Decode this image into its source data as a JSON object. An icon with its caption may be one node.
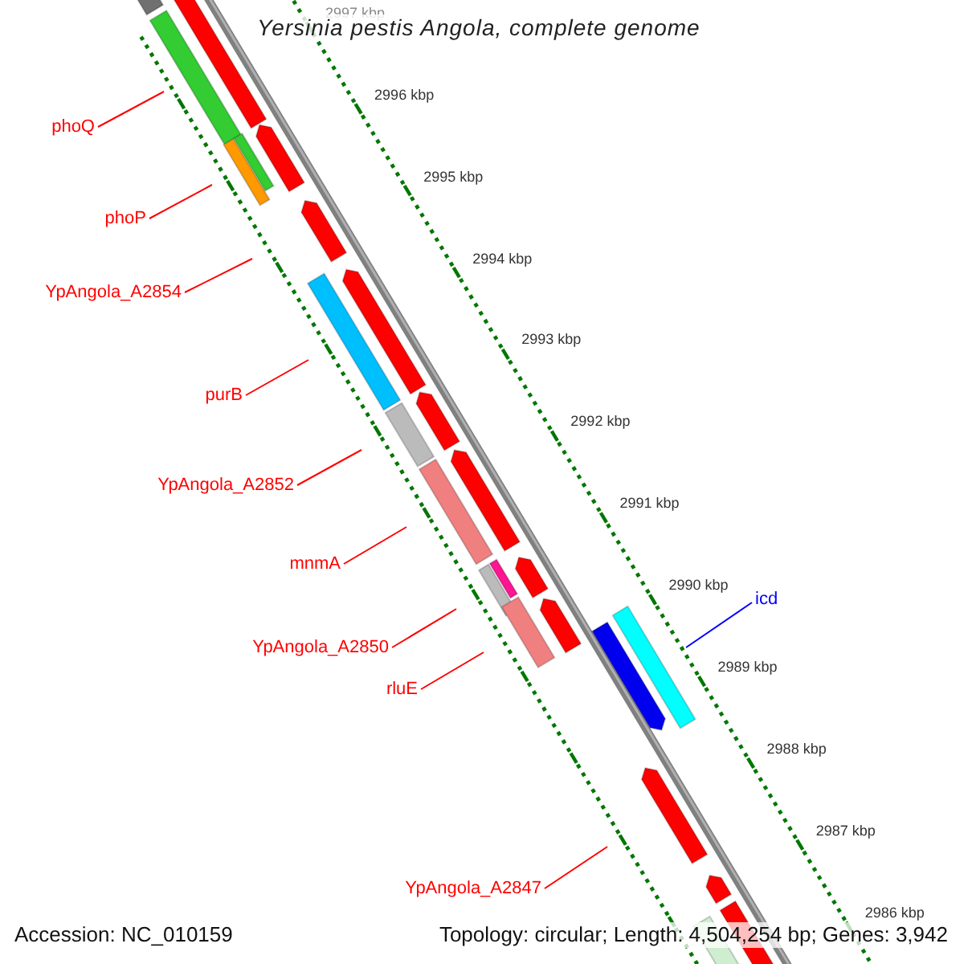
{
  "diagram": {
    "title": "Yersinia pestis Angola, complete genome",
    "nodes": [
      {
        "text": [
          "phoQ"
        ]
      },
      {
        "text": [
          "phoP"
        ]
      },
      {
        "text": [
          "YpAngola_A2854"
        ]
      },
      {
        "text": [
          "purB"
        ]
      },
      {
        "text": [
          "YpAngola_A2852"
        ]
      },
      {
        "text": [
          "mnmA"
        ]
      },
      {
        "text": [
          "icd"
        ]
      },
      {
        "text": [
          "YpAngola_A2850"
        ]
      },
      {
        "text": [
          "rluE"
        ]
      },
      {
        "text": [
          "YpAngola_A2847"
        ]
      }
    ],
    "edges": [
      {
        "from": 0,
        "to": null,
        "arrow": "none"
      },
      {
        "from": 1,
        "to": null,
        "arrow": "none"
      },
      {
        "from": 2,
        "to": null,
        "arrow": "none"
      },
      {
        "from": 3,
        "to": null,
        "arrow": "none"
      },
      {
        "from": 4,
        "to": null,
        "arrow": "none"
      },
      {
        "from": 5,
        "to": null,
        "arrow": "none"
      },
      {
        "from": 6,
        "to": null,
        "arrow": "none",
        "color": "#0000ff"
      },
      {
        "from": 7,
        "to": null,
        "arrow": "none"
      },
      {
        "from": 8,
        "to": null,
        "arrow": "none"
      },
      {
        "from": 9,
        "to": null,
        "arrow": "none"
      }
    ],
    "labels": [
      "2997 kbp",
      "2996 kbp",
      "2995 kbp",
      "2994 kbp",
      "2993 kbp",
      "2992 kbp",
      "2991 kbp",
      "2990 kbp",
      "2989 kbp",
      "2988 kbp",
      "2987 kbp",
      "2986 kbp",
      "Accession: NC_010159",
      "Topology: circular; Length: 4,504,254 bp; Genes: 3,942"
    ]
  }
}
